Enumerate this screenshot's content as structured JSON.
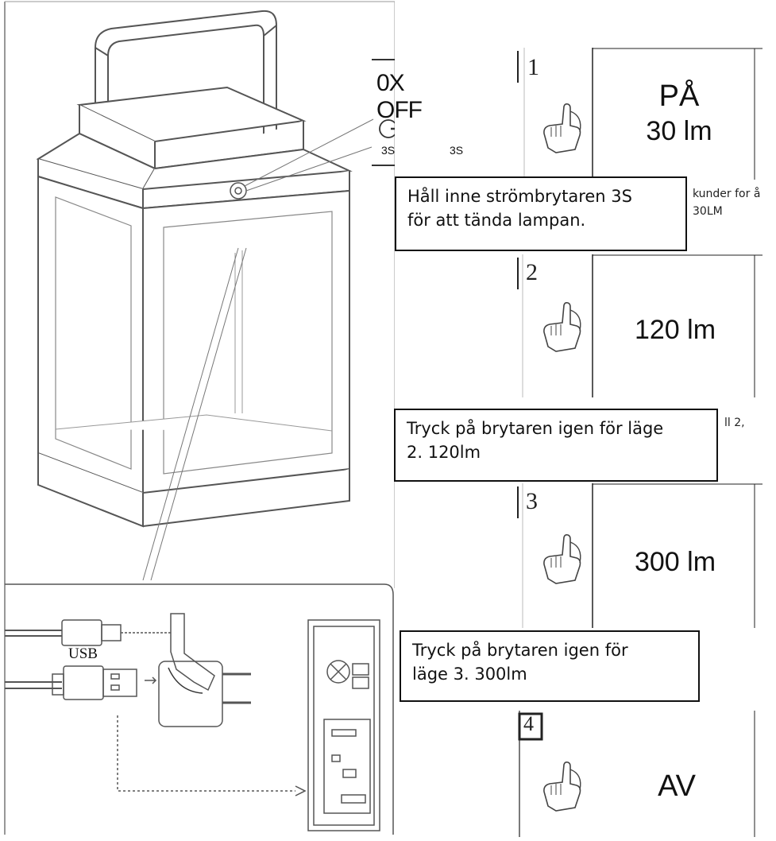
{
  "main_illustration": {
    "mode_label": "0X OFF",
    "press_time_1": "3S",
    "press_time_2": "3S",
    "usb_label": "USB"
  },
  "steps": [
    {
      "number": "1",
      "line1": "PÅ",
      "line2": "30 lm"
    },
    {
      "number": "2",
      "line1": "120 lm"
    },
    {
      "number": "3",
      "line1": "300 lm"
    },
    {
      "number": "4",
      "line1": "AV"
    }
  ],
  "captions": [
    {
      "text_line1": "Håll inne strömbrytaren 3S",
      "text_line2": "för att tända lampan."
    },
    {
      "text_line1": "Tryck på brytaren igen för läge",
      "text_line2": "2. 120lm"
    },
    {
      "text_line1": "Tryck på brytaren igen för",
      "text_line2": "läge 3. 300lm"
    }
  ],
  "partial_text": {
    "under_step1_a": "kunder for å",
    "under_step1_b": "30LM",
    "under_step2": "ll 2,"
  }
}
